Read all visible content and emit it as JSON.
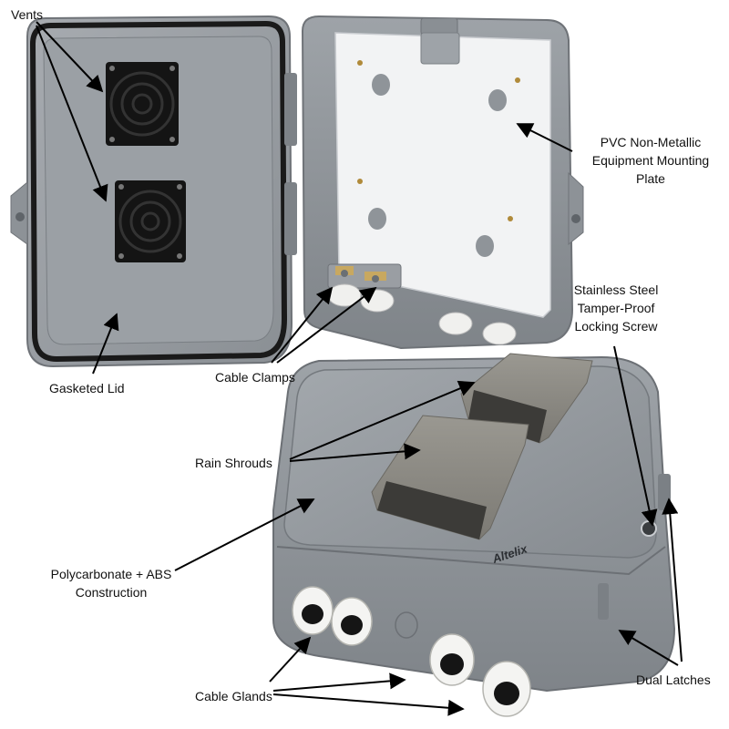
{
  "callouts": {
    "vents": "Vents",
    "mounting_plate_line1": "PVC Non-Metallic",
    "mounting_plate_line2": "Equipment Mounting",
    "mounting_plate_line3": "Plate",
    "locking_screw_line1": "Stainless Steel",
    "locking_screw_line2": "Tamper-Proof",
    "locking_screw_line3": "Locking Screw",
    "gasketed_lid": "Gasketed Lid",
    "cable_clamps": "Cable Clamps",
    "rain_shrouds": "Rain Shrouds",
    "construction_line1": "Polycarbonate + ABS",
    "construction_line2": "Construction",
    "cable_glands": "Cable Glands",
    "dual_latches": "Dual Latches"
  },
  "brand": {
    "logo_text": "Altelix"
  },
  "colors": {
    "enclosure_gray": "#8f9499",
    "enclosure_light": "#b4b8bc",
    "gasket": "#1a1a1a",
    "mounting_plate": "#f2f3f4",
    "shroud": "#8c8a84",
    "fan": "#141414",
    "gland": "#f4f4f2"
  }
}
